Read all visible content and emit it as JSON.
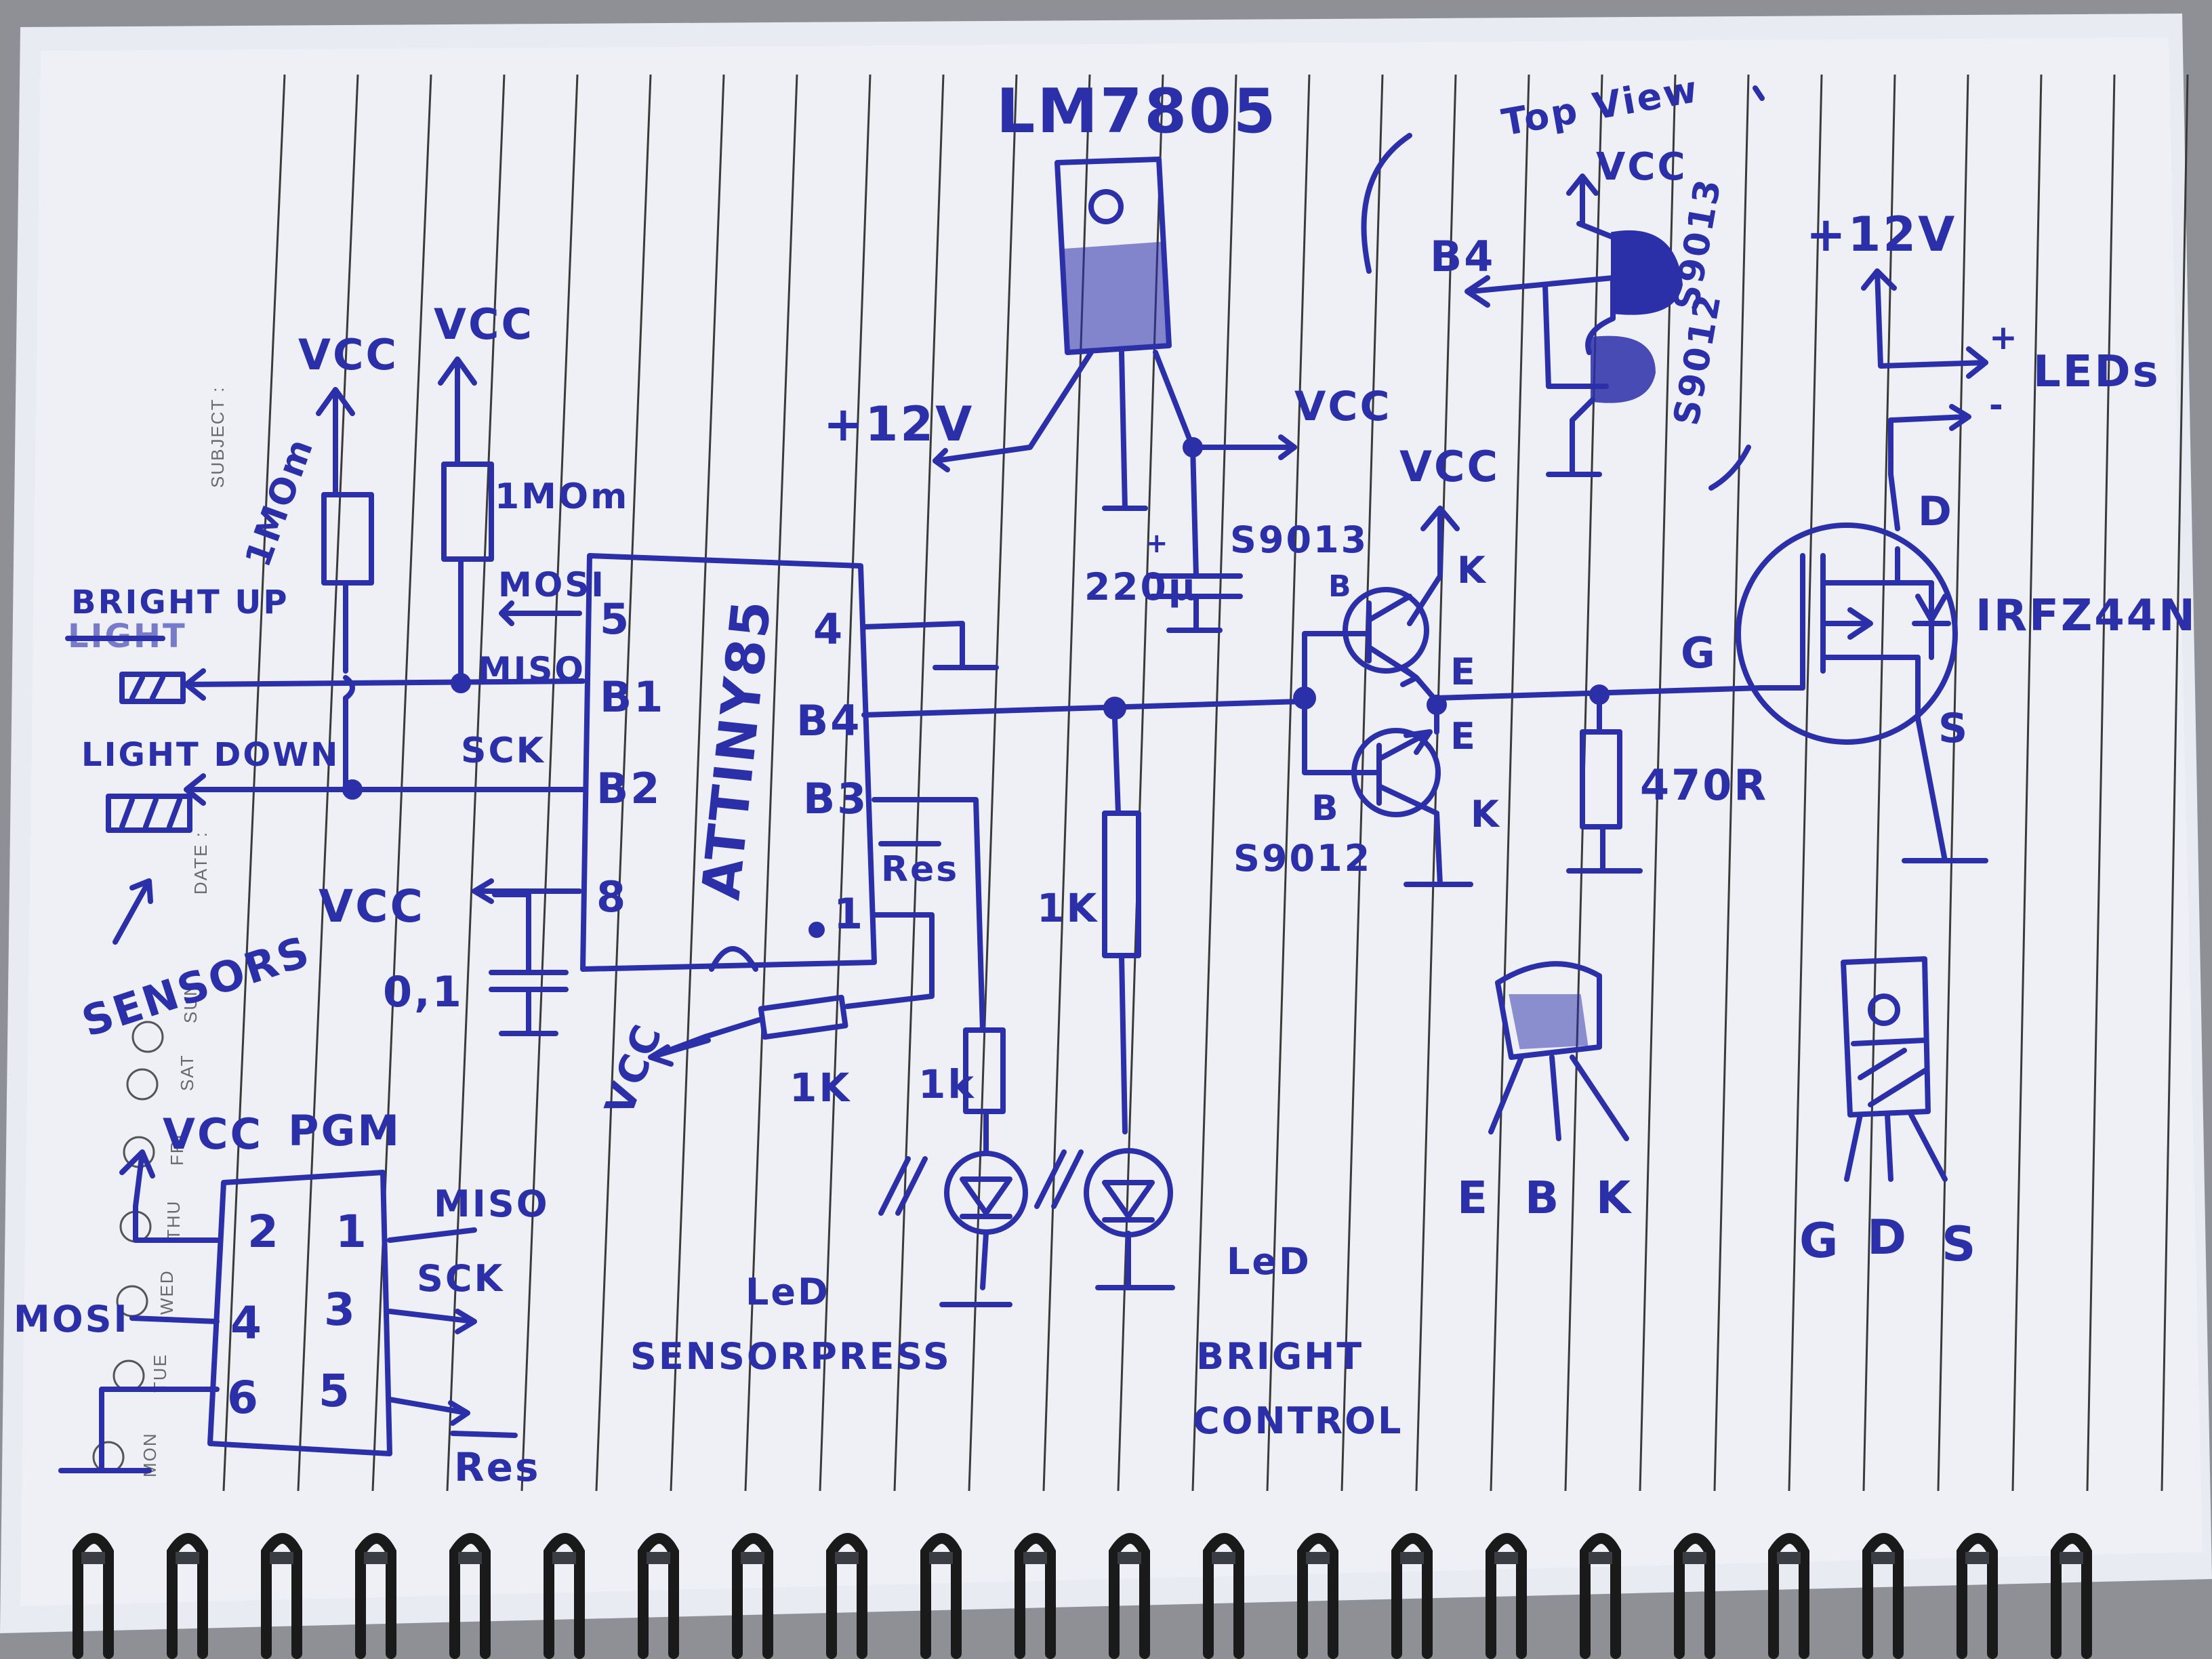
{
  "notebook": {
    "side_labels": [
      "SUBJECT :",
      "DATE :",
      "SUN",
      "SAT",
      "FRI",
      "THU",
      "WED",
      "TUE",
      "MON"
    ]
  },
  "regulator": {
    "part": "LM7805",
    "input": "+12V",
    "output": "VCC",
    "capacitor": "220μ"
  },
  "mcu": {
    "name": "ATTINY85",
    "pins_left": [
      "5",
      "B1",
      "B2",
      "8"
    ],
    "pins_right": [
      "4",
      "B4",
      "B3",
      "Res",
      "1"
    ],
    "signals": {
      "mosi": "MOSI",
      "miso": "MISO",
      "sck": "SCK"
    }
  },
  "pullups": [
    {
      "rail": "VCC",
      "value": "1MOm"
    },
    {
      "rail": "VCC",
      "value": "1MOm"
    }
  ],
  "sensors": {
    "bright_up": "BRIGHT UP",
    "bright_up_strike": "LIGHT",
    "light_down": "LIGHT DOWN",
    "caption": "SENSORS"
  },
  "decoupling": {
    "rail": "VCC",
    "value": "0,1"
  },
  "reset": {
    "rail": "VCC",
    "resistor": "1K"
  },
  "led_sensorpress": {
    "resistor": "1k",
    "label_line1": "LeD",
    "label_line2": "SENSORPRESS"
  },
  "led_bright": {
    "resistor": "1K",
    "label_line1": "LeD",
    "label_line2": "BRIGHT",
    "label_line3": "CONTROL"
  },
  "driver": {
    "upper": "S9013",
    "lower": "S9012",
    "rail": "VCC",
    "pins": {
      "base_upper": "B",
      "base_lower": "B",
      "collector_upper": "K",
      "emitter_upper": "E",
      "emitter_lower": "E",
      "collector_lower": "K"
    },
    "gate_resistor": "470R",
    "gate_label": "G"
  },
  "top_view": {
    "title": "Top View",
    "rail": "VCC",
    "signal": "B4",
    "upper": "S9013",
    "lower": "S9012"
  },
  "mosfet": {
    "part": "IRFZ44N",
    "supply": "+12V",
    "load": "LEDs",
    "plus": "+",
    "minus": "-",
    "pins": {
      "drain": "D",
      "source": "S",
      "gate": "G"
    }
  },
  "pinouts": {
    "transistor": [
      "E",
      "B",
      "K"
    ],
    "mosfet": [
      "G",
      "D",
      "S"
    ]
  },
  "programmer": {
    "title": "PGM",
    "vcc": "VCC",
    "pins": [
      "2",
      "1",
      "4",
      "3",
      "6",
      "5"
    ],
    "miso": "MISO",
    "sck": "SCK",
    "mosi": "MOSI",
    "res": "Res"
  }
}
